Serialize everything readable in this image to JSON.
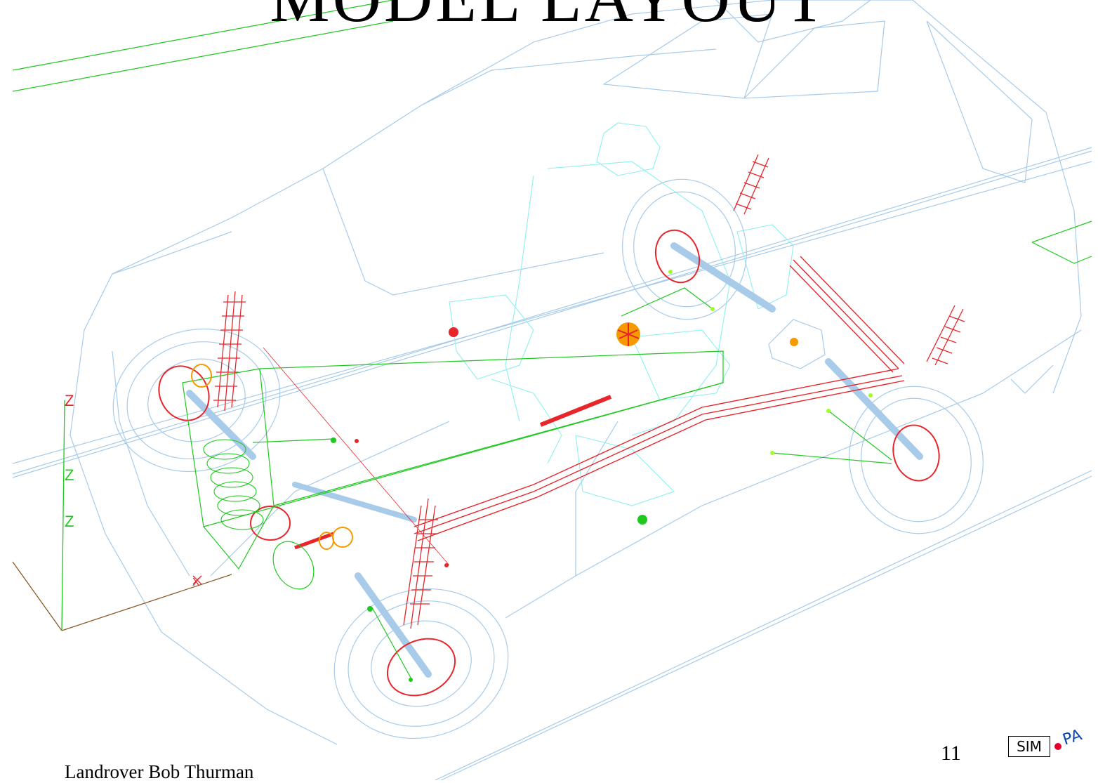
{
  "title": "MODEL LAYOUT",
  "footer": {
    "author": "Landrover  Bob Thurman",
    "page_number": "11"
  },
  "logo": {
    "left_text": "SIM",
    "right_text": "PA"
  },
  "axis_labels": {
    "z1": "Z",
    "z2": "Z",
    "z3": "Z",
    "x": "X"
  },
  "colors": {
    "body": "#a7cbe9",
    "seat": "#8ef0f0",
    "suspension": "#e8252b",
    "linkage": "#1ec81e",
    "bushing": "#f59a00",
    "ground": "#8b5a2b"
  }
}
